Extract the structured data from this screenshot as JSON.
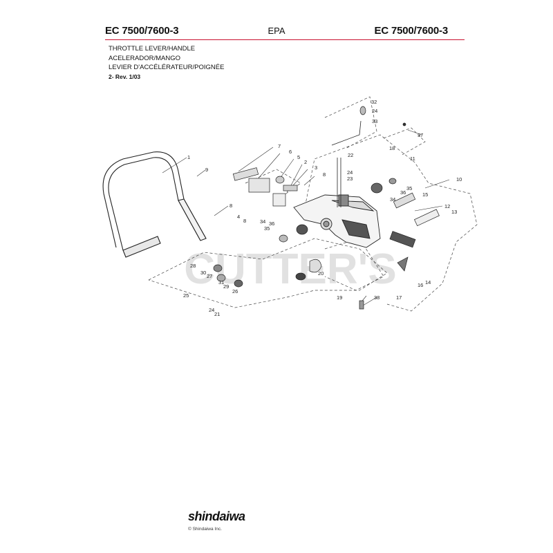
{
  "header": {
    "model_left": "EC 7500/7600-3",
    "center": "EPA",
    "model_right": "EC 7500/7600-3",
    "accent_color": "#c8102e"
  },
  "titles": {
    "line1": "THROTTLE LEVER/HANDLE",
    "line2": "ACELERADOR/MANGO",
    "line3": "LEVIER D'ACCÉLÉRATEUR/POIGNÉE",
    "revision": "2- Rev. 1/03"
  },
  "diagram": {
    "watermark": "CUTTER'S",
    "callouts": [
      "1",
      "2",
      "3",
      "4",
      "5",
      "6",
      "7",
      "8",
      "8",
      "8",
      "9",
      "10",
      "11",
      "12",
      "13",
      "14",
      "15",
      "16",
      "17",
      "18",
      "19",
      "20",
      "21",
      "22",
      "23",
      "24",
      "24",
      "24",
      "25",
      "26",
      "27",
      "28",
      "29",
      "30",
      "31",
      "32",
      "33",
      "34",
      "34",
      "35",
      "35",
      "36",
      "36",
      "37",
      "38"
    ]
  },
  "footer": {
    "brand": "shindaiwa",
    "copyright": "© Shindaiwa Inc."
  }
}
